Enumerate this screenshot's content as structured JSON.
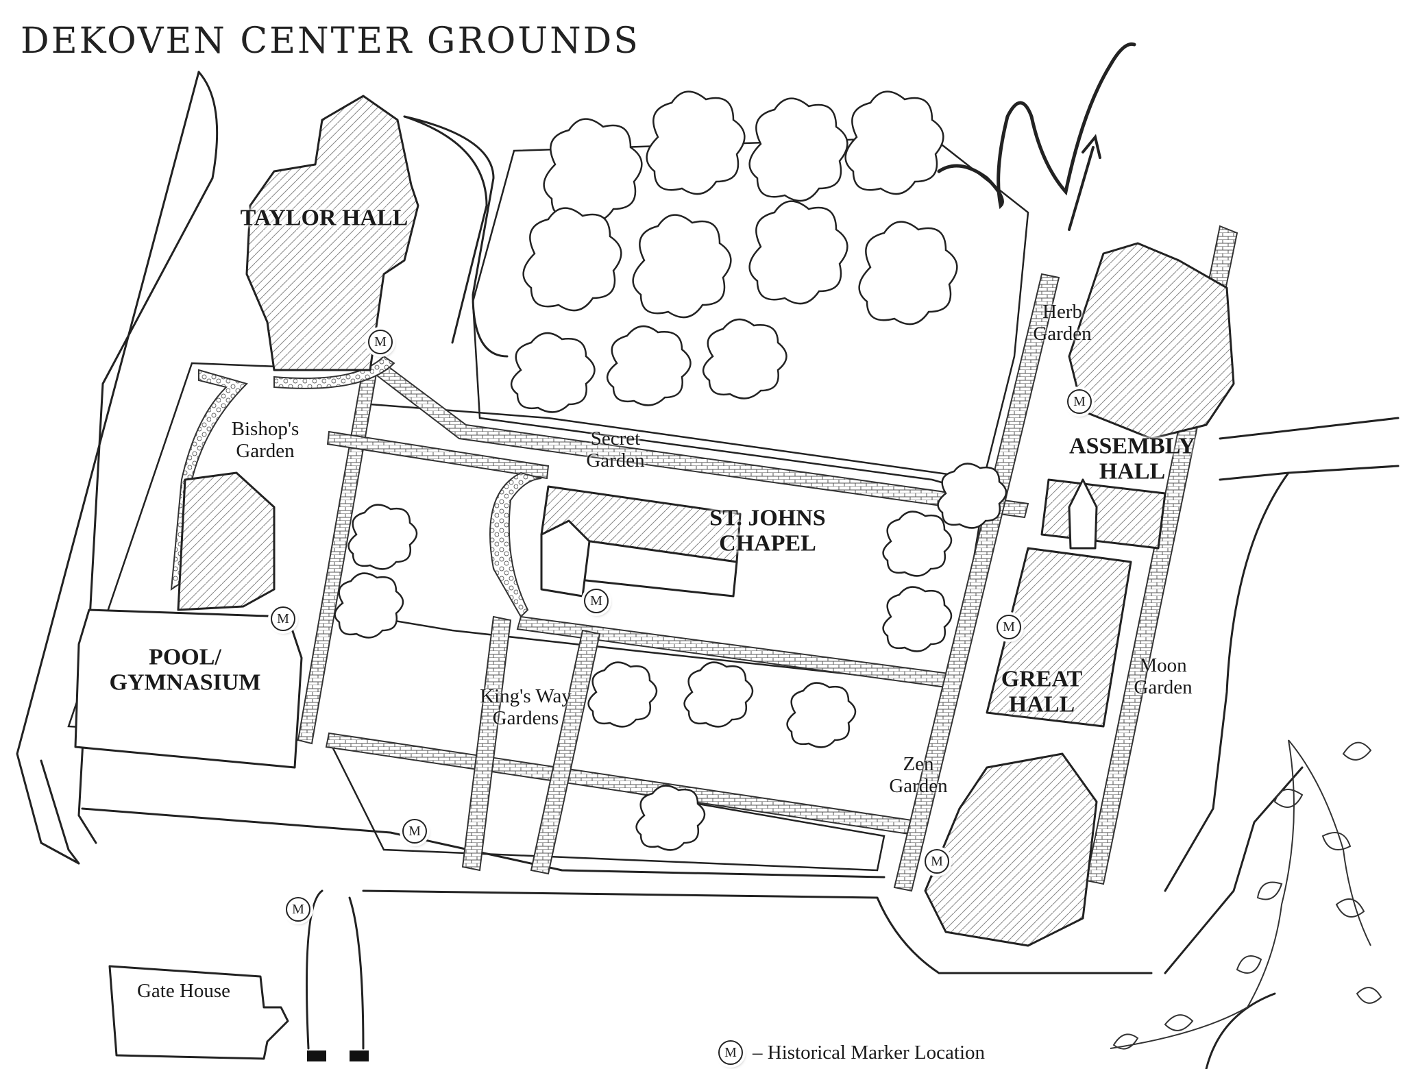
{
  "title": "DEKOVEN CENTER GROUNDS",
  "north_label": "N",
  "buildings": {
    "taylor_hall": "TAYLOR HALL",
    "pool_gymnasium": "POOL/ GYMNASIUM",
    "st_johns_chapel": "ST. JOHNS CHAPEL",
    "assembly_hall": "ASSEMBLY HALL",
    "great_hall": "GREAT HALL"
  },
  "gardens": {
    "bishops_garden": "Bishop's Garden",
    "secret_garden": "Secret Garden",
    "herb_garden": "Herb Garden",
    "kings_way_gardens": "King's Way Gardens",
    "moon_garden": "Moon Garden",
    "zen_garden": "Zen Garden"
  },
  "gate_house": "Gate House",
  "marker_symbol": "M",
  "legend": {
    "symbol": "M",
    "text": "– Historical Marker Location"
  },
  "colors": {
    "ink": "#222222",
    "paper": "#ffffff"
  },
  "icons": [
    "north-arrow-icon",
    "historical-marker-icon",
    "tree-icon",
    "vine-decoration-icon"
  ]
}
